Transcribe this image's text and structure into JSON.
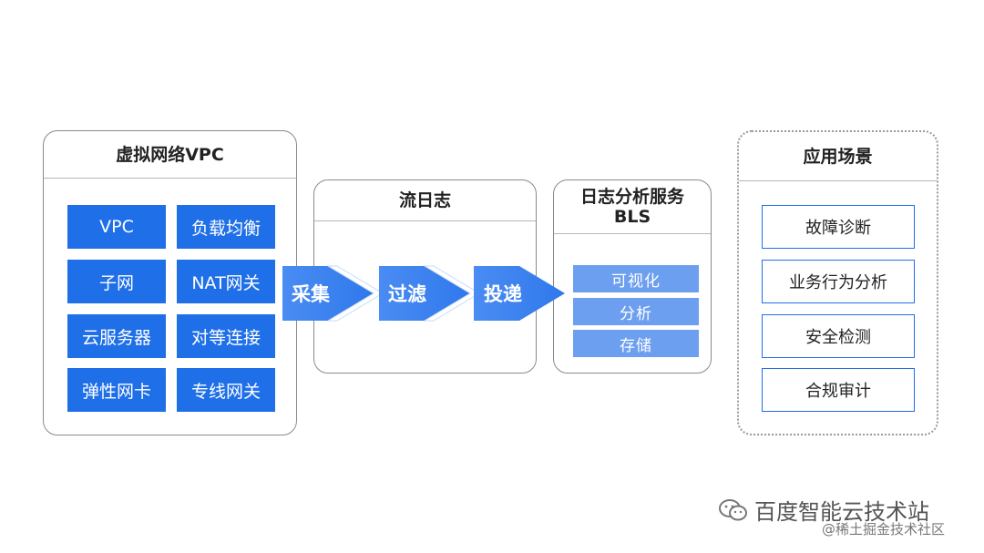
{
  "vpc": {
    "title": "虚拟网络VPC",
    "items": [
      "VPC",
      "负载均衡",
      "子网",
      "NAT网关",
      "云服务器",
      "对等连接",
      "弹性网卡",
      "专线网关"
    ]
  },
  "flowlog": {
    "title": "流日志"
  },
  "steps": [
    "采集",
    "过滤",
    "投递"
  ],
  "bls": {
    "title_line1": "日志分析服务",
    "title_line2": "BLS",
    "items": [
      "可视化",
      "分析",
      "存储"
    ]
  },
  "scenarios": {
    "title": "应用场景",
    "items": [
      "故障诊断",
      "业务行为分析",
      "安全检测",
      "合规审计"
    ]
  },
  "watermark": {
    "main": "百度智能云技术站",
    "sub": "@稀土掘金技术社区"
  },
  "colors": {
    "primary_blue": "#1f6fe8",
    "light_blue": "#6d9ff0",
    "chevron_blue": "#4a8cf2"
  }
}
